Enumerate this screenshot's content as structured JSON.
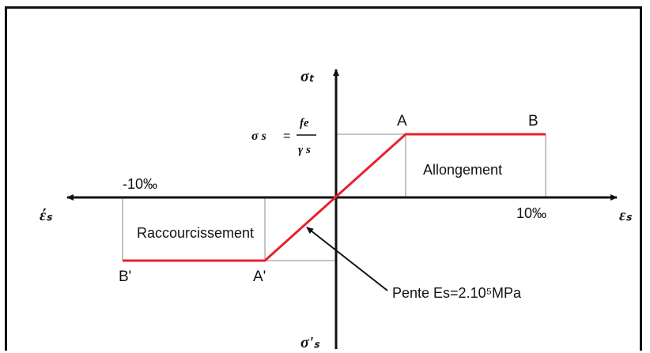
{
  "labels": {
    "sigma_axis_top": "σₜ",
    "sigma_axis_bottom": "σ'ₛ",
    "eps_axis_right": "εₛ",
    "eps_axis_left": "έₛ",
    "sigma_s_lhs": "σ s",
    "equals": "=",
    "fe": "fe",
    "gamma_s": "γ s",
    "point_A": "A",
    "point_B": "B",
    "point_A_prime": "A'",
    "point_B_prime": "B'",
    "tick_pos": "10‰",
    "tick_neg": "-10‰",
    "region_tension": "Allongement",
    "region_compression": "Raccourcissement",
    "slope_annotation": "Pente Es=2.10⁵MPa"
  },
  "colors": {
    "curve": "#e8202a",
    "axis": "#111111",
    "guide": "#888888"
  }
}
